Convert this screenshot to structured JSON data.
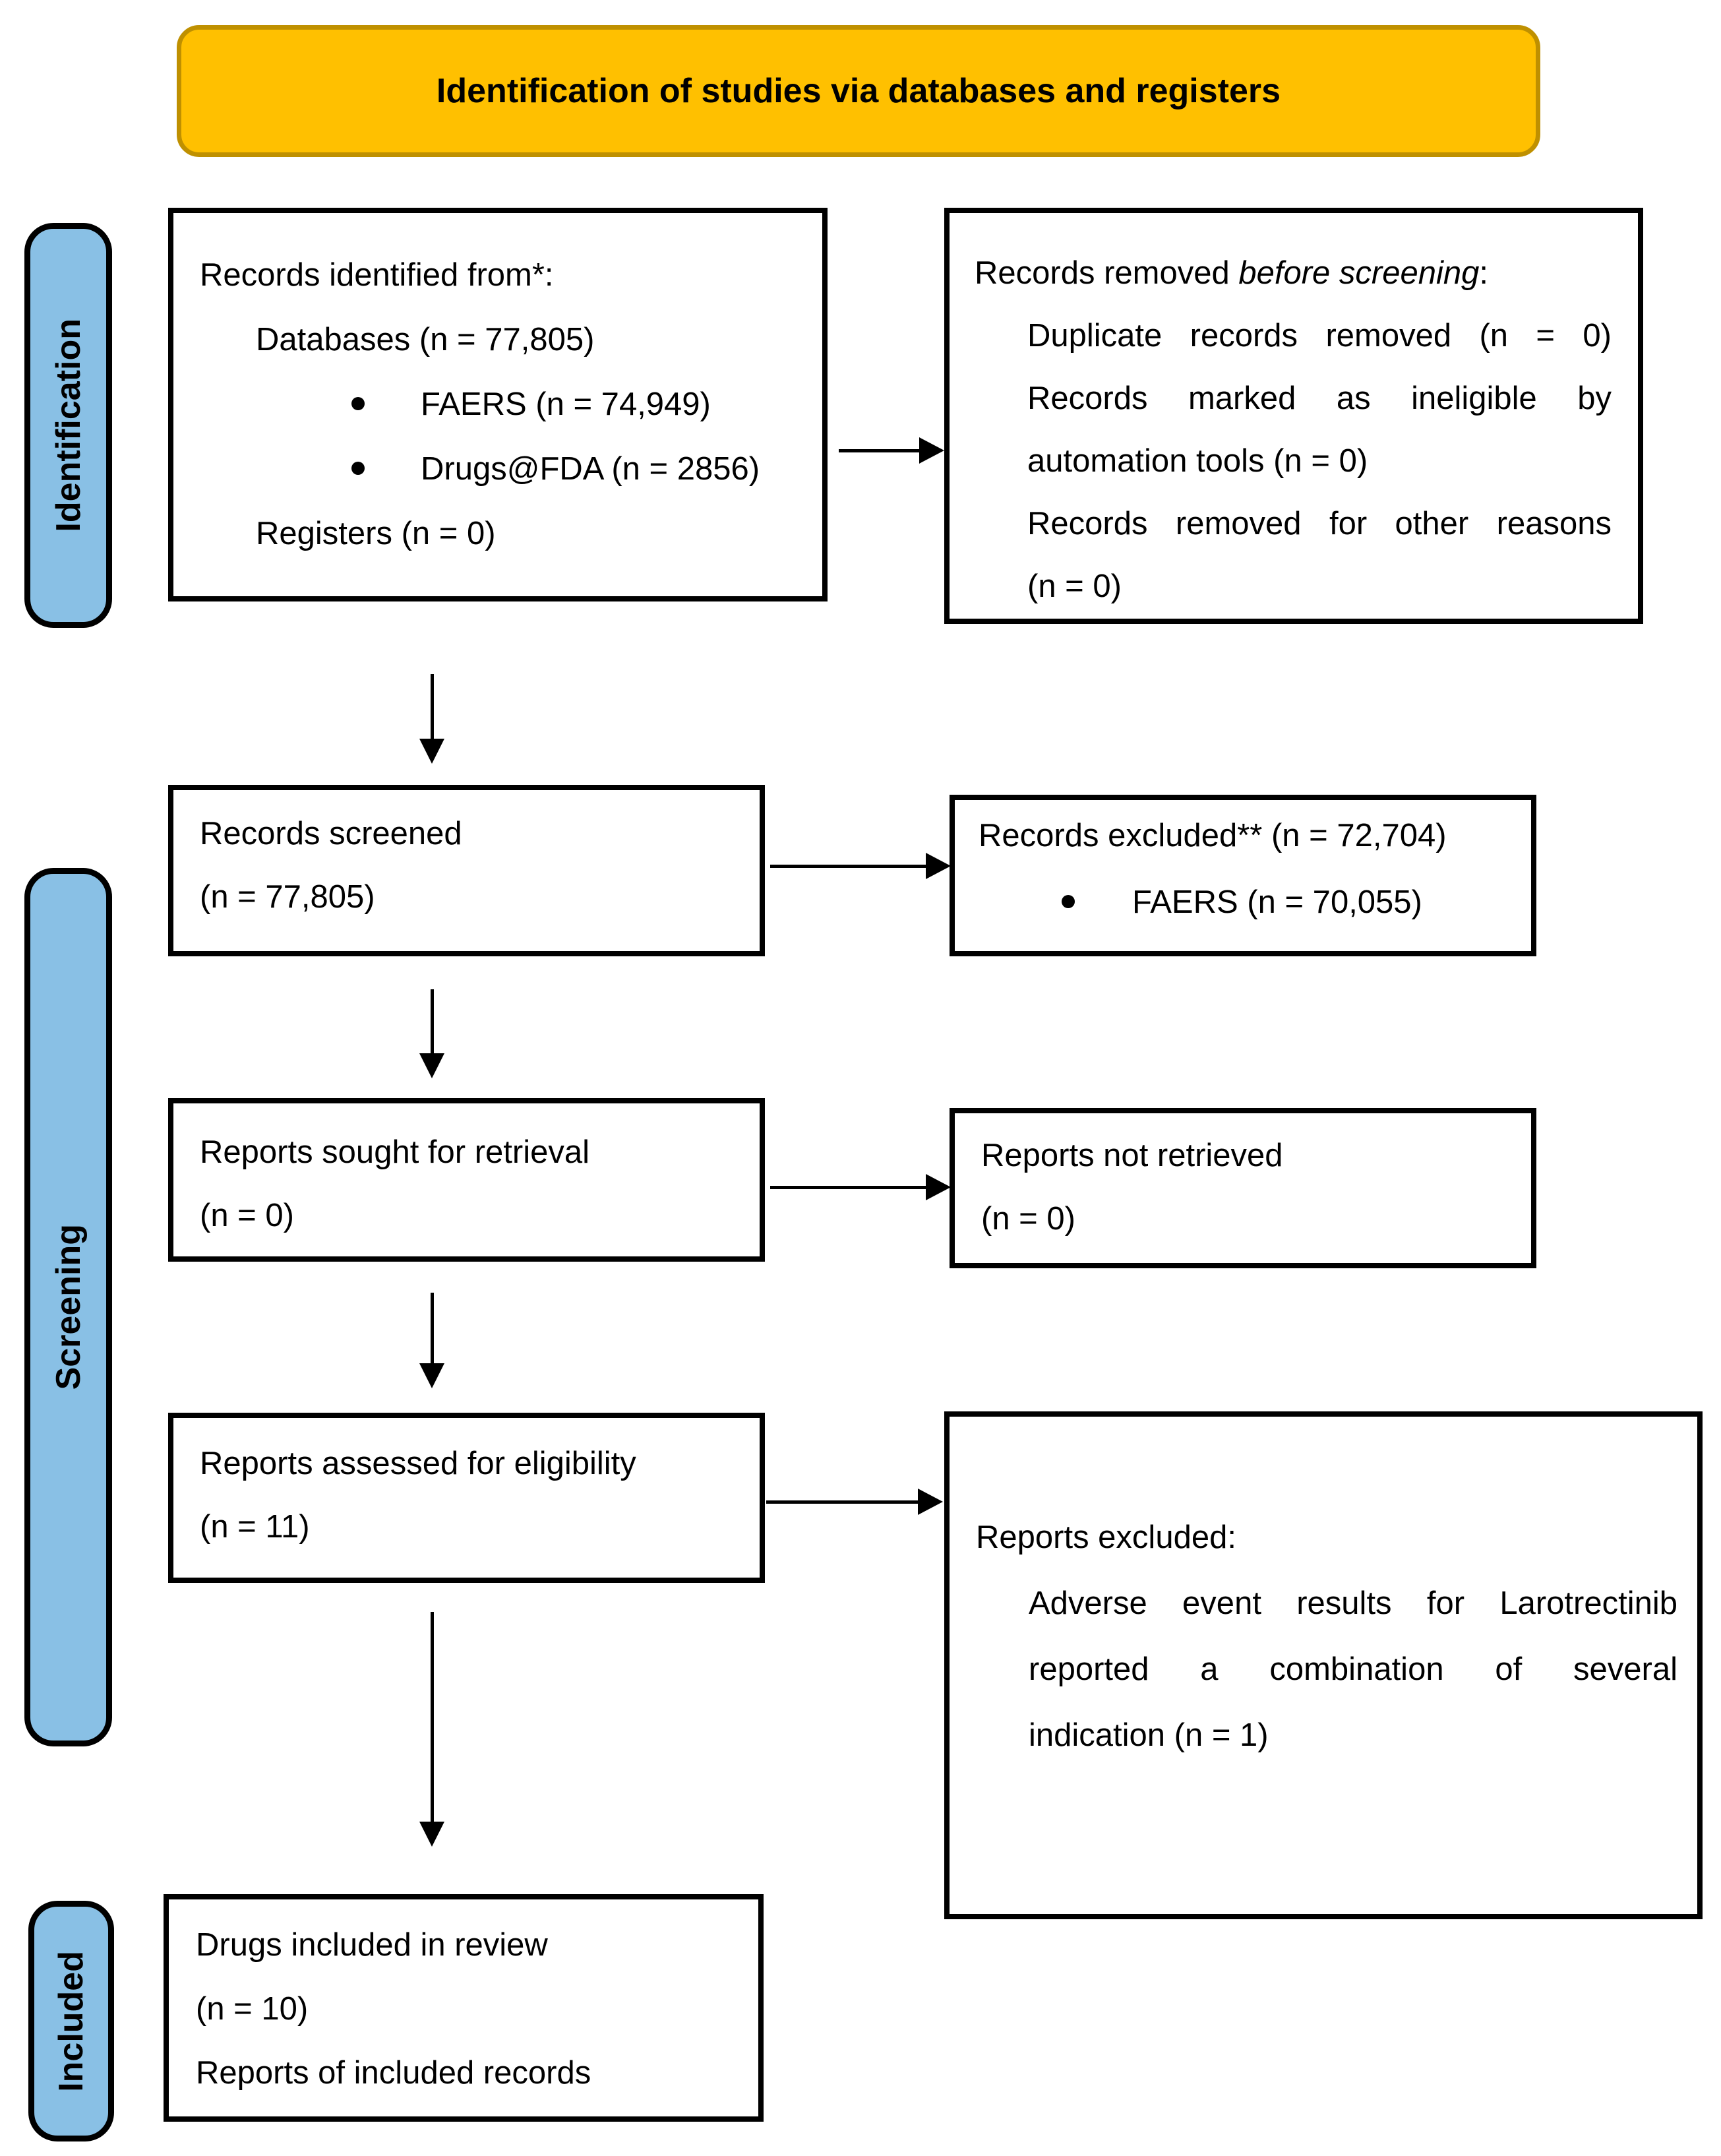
{
  "banner": {
    "title": "Identification of studies via databases and registers"
  },
  "stages": {
    "identification": "Identification",
    "screening": "Screening",
    "included": "Included"
  },
  "colors": {
    "banner_fill": "#FFC000",
    "banner_border": "#BF9000",
    "stage_fill": "#89C0E5",
    "box_border": "#000000"
  },
  "boxes": {
    "records_identified": {
      "title": "Records identified from*:",
      "databases": "Databases (n = 77,805)",
      "bullets": [
        "FAERS (n = 74,949)",
        "Drugs@FDA (n = 2856)"
      ],
      "registers": "Registers (n = 0)"
    },
    "records_removed": {
      "title_prefix": "Records removed ",
      "title_italic": "before screening",
      "title_suffix": ":",
      "lines": [
        "Duplicate records removed (n = 0)",
        "Records marked as ineligible by",
        "automation tools (n = 0)",
        "Records removed for other reasons",
        "(n = 0)"
      ]
    },
    "records_screened": {
      "line1": "Records screened",
      "line2": "(n = 77,805)"
    },
    "records_excluded": {
      "title": "Records excluded** (n = 72,704)",
      "bullets": [
        "FAERS (n = 70,055)"
      ]
    },
    "reports_sought": {
      "line1": "Reports sought for retrieval",
      "line2": "(n = 0)"
    },
    "reports_not_retrieved": {
      "line1": "Reports not retrieved",
      "line2": "(n = 0)"
    },
    "reports_assessed": {
      "line1": "Reports assessed for eligibility",
      "line2": "(n = 11)"
    },
    "reports_excluded": {
      "title": "Reports excluded:",
      "lines": [
        "Adverse event results for Larotrectinib",
        "reported a combination of several",
        "indication (n = 1)"
      ]
    },
    "included_box": {
      "line1": "Drugs included in review",
      "line2": "(n = 10)",
      "line3": "Reports of included records"
    }
  }
}
